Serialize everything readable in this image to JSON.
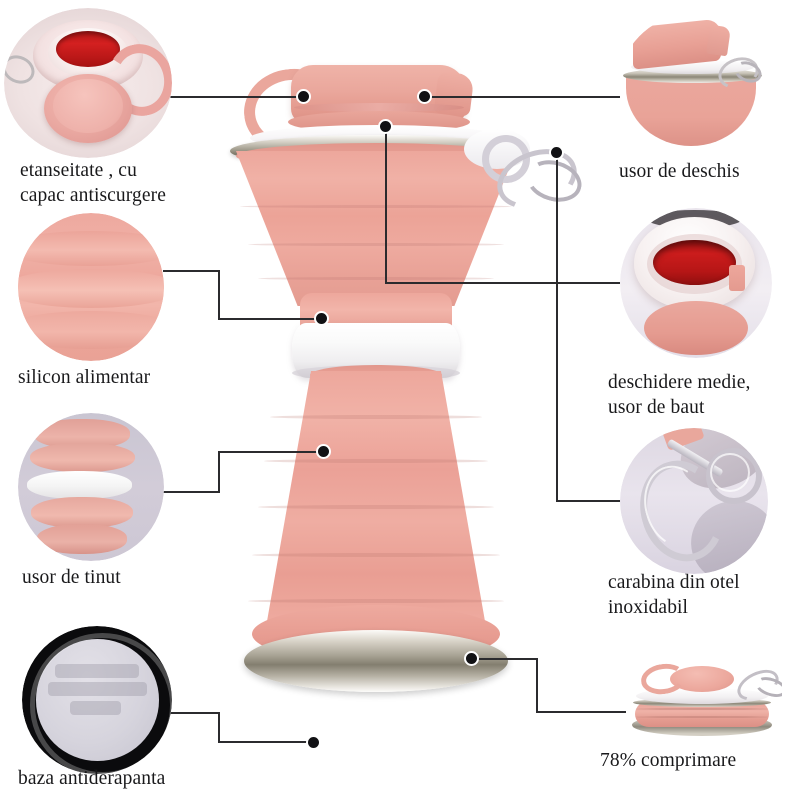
{
  "page": {
    "kind": "product-infographic",
    "product": "collapsible silicone water bottle",
    "language": "ro",
    "background_color": "#ffffff",
    "line_color": "#2b2b2e",
    "dot_color": "#111114",
    "text_color": "#19191b",
    "accent_pink": "#eaa79c",
    "accent_white": "#ffffff",
    "accent_steel": "#8d8879",
    "accent_red": "#c11c1c"
  },
  "callouts": [
    {
      "id": "seal-cap",
      "label": "etanseitate , cu\ncapac antiscurgere",
      "side": "left",
      "bubble_name": "callout-bubble-seal-cap",
      "label_name": "callout-label-seal-cap"
    },
    {
      "id": "food-silicone",
      "label": "silicon alimentar",
      "side": "left",
      "bubble_name": "callout-bubble-food-silicone",
      "label_name": "callout-label-food-silicone"
    },
    {
      "id": "easy-hold",
      "label": "usor de tinut",
      "side": "left",
      "bubble_name": "callout-bubble-easy-hold",
      "label_name": "callout-label-easy-hold"
    },
    {
      "id": "anti-slip-base",
      "label": "baza antiderapanta",
      "side": "left",
      "bubble_name": "callout-bubble-anti-slip-base",
      "label_name": "callout-label-anti-slip-base"
    },
    {
      "id": "easy-open",
      "label": "usor de deschis",
      "side": "right",
      "bubble_name": "callout-bubble-easy-open",
      "label_name": "callout-label-easy-open"
    },
    {
      "id": "medium-opening",
      "label": "deschidere medie,\nusor de baut",
      "side": "right",
      "bubble_name": "callout-bubble-medium-opening",
      "label_name": "callout-label-medium-opening"
    },
    {
      "id": "steel-carabiner",
      "label": "carabina din otel\ninoxidabil",
      "side": "right",
      "bubble_name": "callout-bubble-steel-carabiner",
      "label_name": "callout-label-steel-carabiner"
    },
    {
      "id": "compression",
      "label": "78% comprimare",
      "side": "right",
      "bubble_name": "callout-bubble-compression",
      "label_name": "callout-label-compression"
    }
  ],
  "labels": {
    "seal_cap": "etanseitate , cu\ncapac antiscurgere",
    "food_silicone": "silicon alimentar",
    "easy_hold": "usor de tinut",
    "anti_slip_base": "baza antiderapanta",
    "easy_open": "usor de deschis",
    "medium_opening": "deschidere medie,\nusor de baut",
    "steel_carabiner": "carabina din otel\ninoxidabil",
    "compression": "78% comprimare"
  }
}
